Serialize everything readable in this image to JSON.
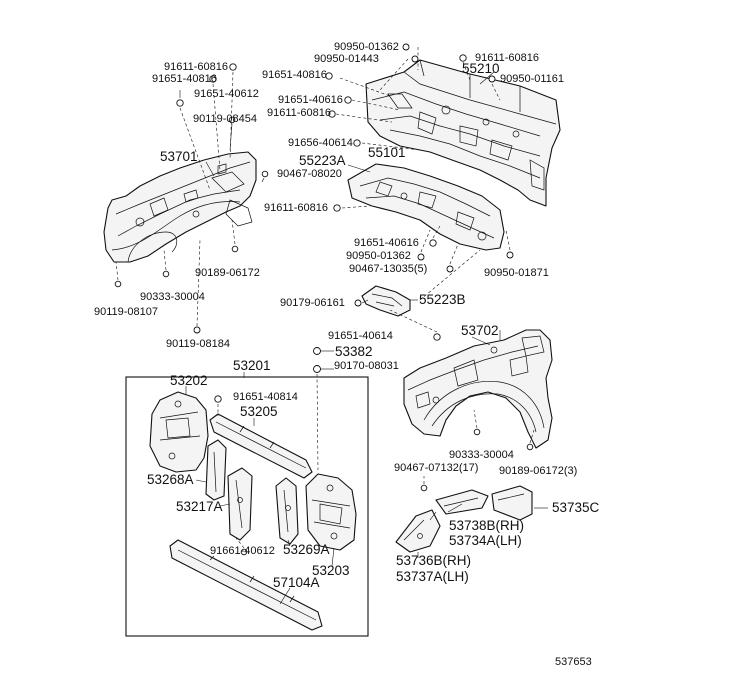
{
  "diagram_id": "537653",
  "labels": {
    "l01": "91611-60816",
    "l02": "91651-40816",
    "l03": "91651-40612",
    "l04": "90119-08454",
    "l05": "53701",
    "l06": "90950-01362",
    "l07": "90950-01443",
    "l08": "91651-40816",
    "l09": "91651-40616",
    "l10": "91611-60816",
    "l11": "91611-60816",
    "l12": "55210",
    "l13": "90950-01161",
    "l14": "91656-40614",
    "l15": "55101",
    "l16": "55223A",
    "l17": "90467-08020",
    "l18": "91611-60816",
    "l19": "91651-40616",
    "l20": "90950-01362",
    "l21": "90467-13035(5)",
    "l22": "90950-01871",
    "l23": "90189-06172",
    "l24": "90333-30004",
    "l25": "90119-08107",
    "l26": "90179-06161",
    "l27": "55223B",
    "l28": "91651-40614",
    "l29": "53702",
    "l30": "90119-08184",
    "l31": "53382",
    "l32": "90170-08031",
    "l33": "53201",
    "l34": "53202",
    "l35": "91651-40814",
    "l36": "53205",
    "l37": "53268A",
    "l38": "53217A",
    "l39": "91661-40612",
    "l40": "53269A",
    "l41": "53203",
    "l42": "57104A",
    "l43": "90333-30004",
    "l44": "90189-06172(3)",
    "l45": "90467-07132(17)",
    "l46": "53738B(RH)",
    "l47": "53734A(LH)",
    "l48": "53735C",
    "l49": "53736B(RH)",
    "l50": "53737A(LH)"
  }
}
